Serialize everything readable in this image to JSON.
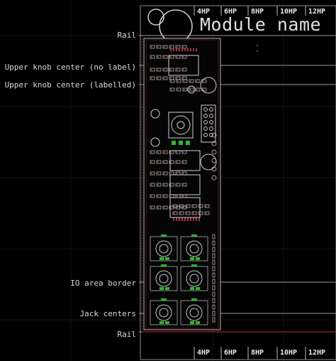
{
  "title": "Module name",
  "hp_top": [
    "4HP",
    "6HP",
    "8HP",
    "10HP",
    "12HP"
  ],
  "hp_bottom": [
    "4HP",
    "6HP",
    "8HP",
    "10HP",
    "12HP"
  ],
  "labels": {
    "rail_top": "Rail",
    "upper_knob_no_label": "Upper knob center (no label)",
    "upper_knob_labelled": "Upper knob center (labelled)",
    "io_area_border": "IO area border",
    "jack_centers": "Jack centers",
    "rail_bottom": "Rail"
  },
  "colors": {
    "background": "#000000",
    "guide_line": "#9a9a9a",
    "board_outline": "#b8b8b8",
    "dimension_line": "#c03030",
    "copper_pad": "#2fb52f",
    "silkscreen": "#c8c8c8",
    "text": "#e0e0e0"
  }
}
